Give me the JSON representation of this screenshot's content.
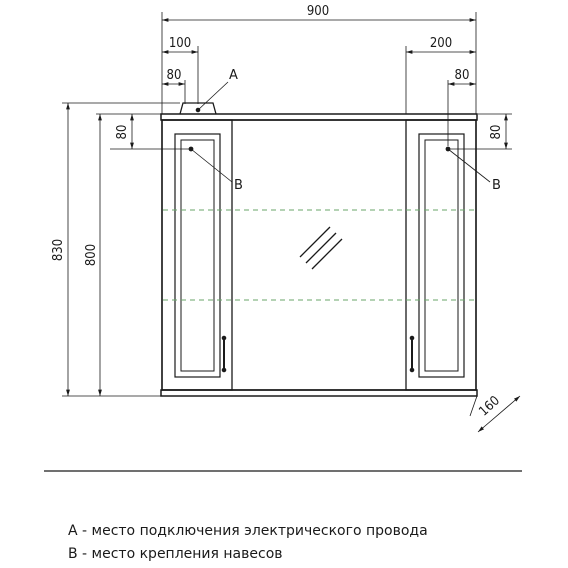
{
  "dimensions": {
    "width_total": "900",
    "offset_left": "100",
    "offset_right": "200",
    "inset_left": "80",
    "inset_right": "80",
    "height_total": "830",
    "height_body": "800",
    "top_left": "80",
    "top_right": "80",
    "depth": "160"
  },
  "callouts": {
    "a": "A",
    "b_left": "B",
    "b_right": "B"
  },
  "legend": {
    "a_key": "A",
    "a_desc": " - место подключения электрического провода",
    "b_key": "B",
    "b_desc": " - место крепления навесов"
  }
}
